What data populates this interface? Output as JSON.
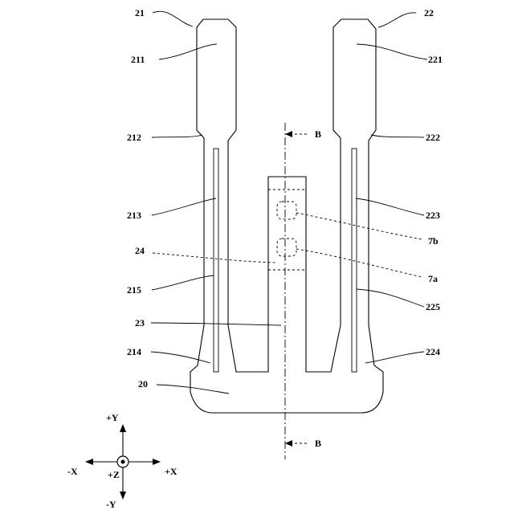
{
  "labels": {
    "l21": "21",
    "l22": "22",
    "l211": "211",
    "l221": "221",
    "l212": "212",
    "l222": "222",
    "l213": "213",
    "l223": "223",
    "l24": "24",
    "l7b": "7b",
    "l7a": "7a",
    "l215": "215",
    "l225": "225",
    "l23": "23",
    "l214": "214",
    "l224": "224",
    "l20": "20",
    "sectionTop": "B",
    "sectionBottom": "B"
  },
  "axes": {
    "plusY": "+Y",
    "minusY": "-Y",
    "plusX": "+X",
    "minusX": "-X",
    "plusZ": "+Z"
  }
}
